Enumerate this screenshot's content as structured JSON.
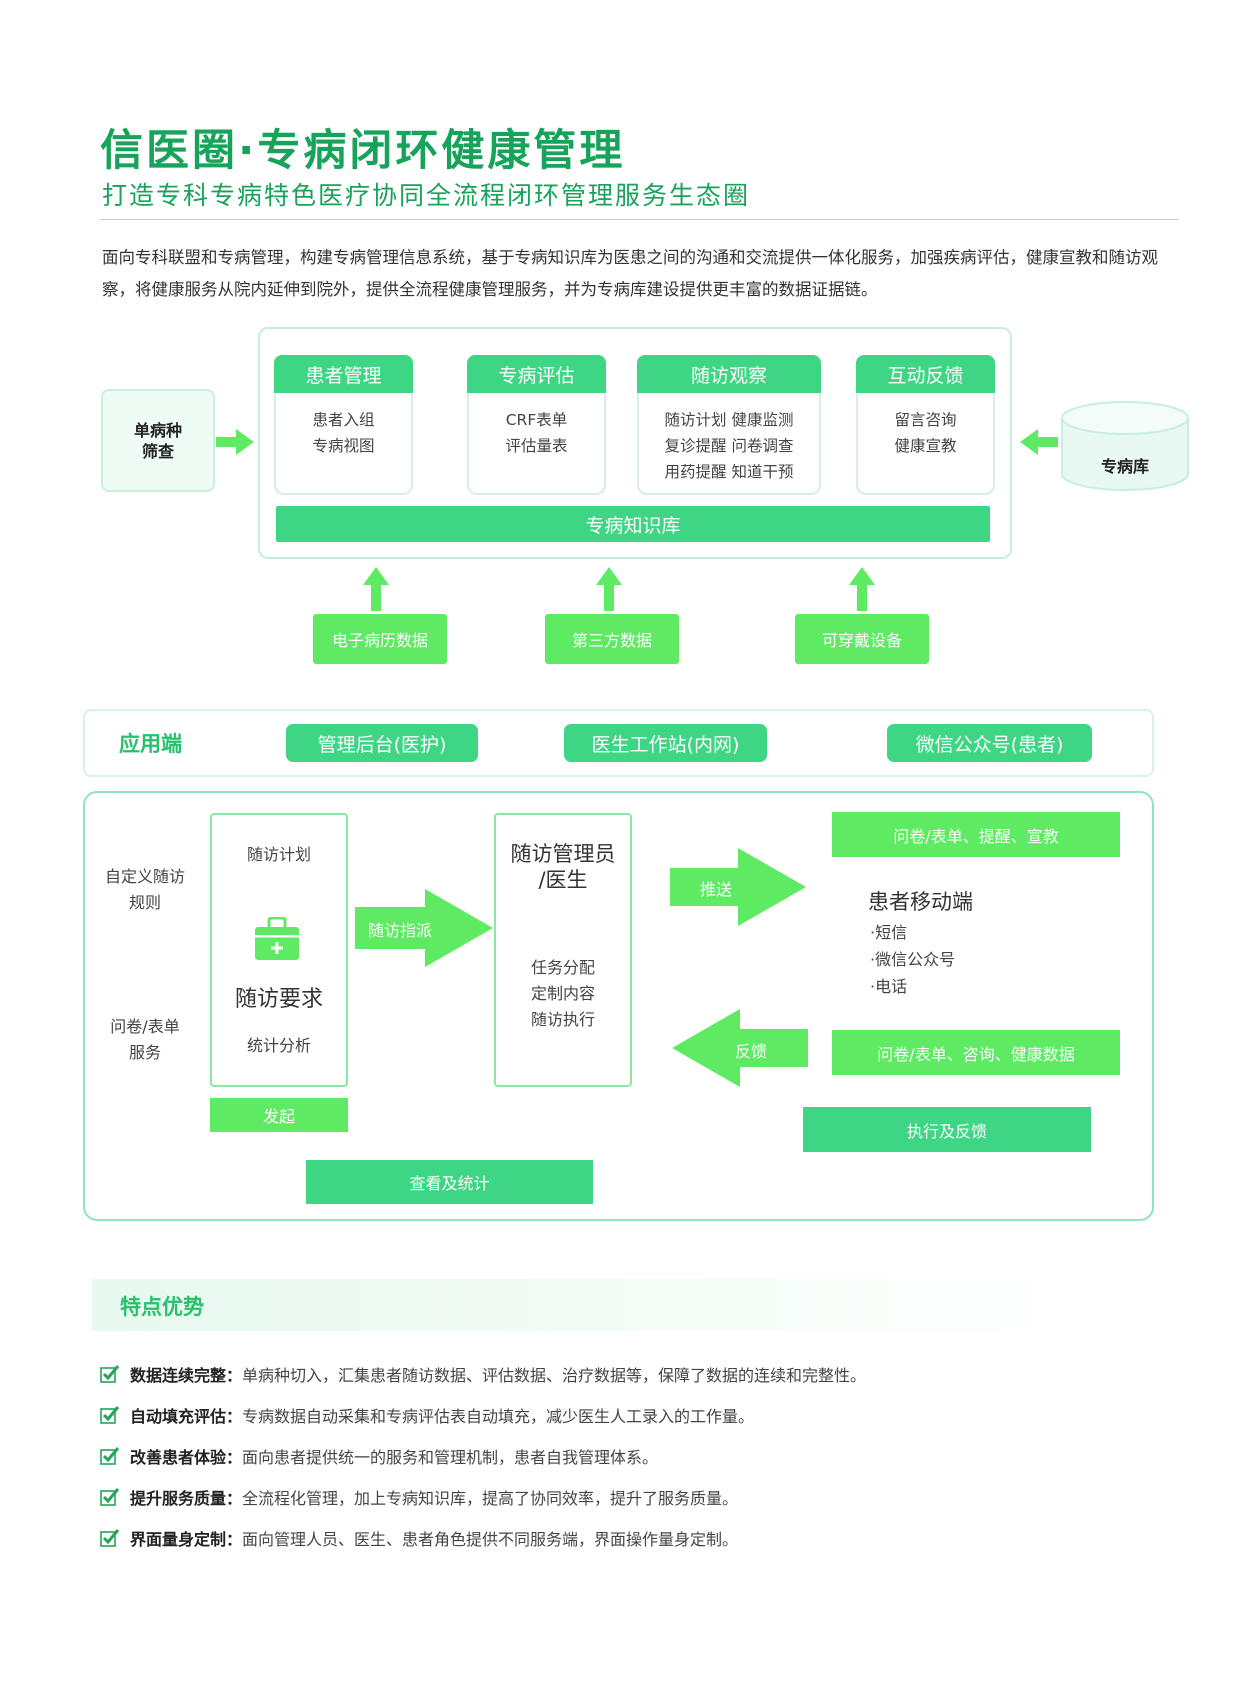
{
  "header": {
    "title": "信医圈·专病闭环健康管理",
    "subtitle": "打造专科专病特色医疗协同全流程闭环管理服务生态圈"
  },
  "intro": "面向专科联盟和专病管理，构建专病管理信息系统，基于专病知识库为医患之间的沟通和交流提供一体化服务，加强疾病评估，健康宣教和随访观察，将健康服务从院内延伸到院外，提供全流程健康管理服务，并为专病库建设提供更丰富的数据证据链。",
  "architecture": {
    "screening": "单病种筛查",
    "modules": [
      {
        "title": "患者管理",
        "items": [
          "患者入组",
          "专病视图"
        ]
      },
      {
        "title": "专病评估",
        "items": [
          "CRF表单",
          "评估量表"
        ]
      },
      {
        "title": "随访观察",
        "items": [
          "随访计划 健康监测",
          "复诊提醒 问卷调查",
          "用药提醒 知道干预"
        ]
      },
      {
        "title": "互动反馈",
        "items": [
          "留言咨询",
          "健康宣教"
        ]
      }
    ],
    "knowledge_base": "专病知识库",
    "database": "专病库",
    "sources": [
      "电子病历数据",
      "第三方数据",
      "可穿戴设备"
    ]
  },
  "app_end": {
    "label": "应用端",
    "items": [
      "管理后台(医护)",
      "医生工作站(内网)",
      "微信公众号(患者)"
    ]
  },
  "flow": {
    "left_rules": [
      "自定义随访",
      "规则"
    ],
    "left_forms": [
      "问卷/表单",
      "服务"
    ],
    "plan_card": {
      "top": "随访计划",
      "main": "随访要求",
      "bottom": "统计分析"
    },
    "initiate": "发起",
    "assign": "随访指派",
    "manager_card": {
      "title1": "随访管理员",
      "title2": "/医生",
      "items": [
        "任务分配",
        "定制内容",
        "随访执行"
      ]
    },
    "push": "推送",
    "feedback": "反馈",
    "push_content": "问卷/表单、提醒、宣教",
    "patient_title": "患者移动端",
    "patient_channels": [
      "·短信",
      "·微信公众号",
      "·电话"
    ],
    "feedback_content": "问卷/表单、咨询、健康数据",
    "execute": "执行及反馈",
    "view_stats": "查看及统计"
  },
  "features": {
    "title": "特点优势",
    "items": [
      {
        "label": "数据连续完整：",
        "text": "单病种切入，汇集患者随访数据、评估数据、治疗数据等，保障了数据的连续和完整性。"
      },
      {
        "label": "自动填充评估：",
        "text": "专病数据自动采集和专病评估表自动填充，减少医生人工录入的工作量。"
      },
      {
        "label": "改善患者体验：",
        "text": "面向患者提供统一的服务和管理机制，患者自我管理体系。"
      },
      {
        "label": "提升服务质量：",
        "text": "全流程化管理，加上专病知识库，提高了协同效率，提升了服务质量。"
      },
      {
        "label": "界面量身定制：",
        "text": "面向管理人员、医生、患者角色提供不同服务端，界面操作量身定制。"
      }
    ]
  },
  "colors": {
    "brand_green": "#18a35a",
    "teal": "#3ed684",
    "lime": "#5eeb63",
    "icons": [
      "check-icon",
      "medical-kit-icon",
      "database-icon",
      "arrow-icon"
    ]
  }
}
